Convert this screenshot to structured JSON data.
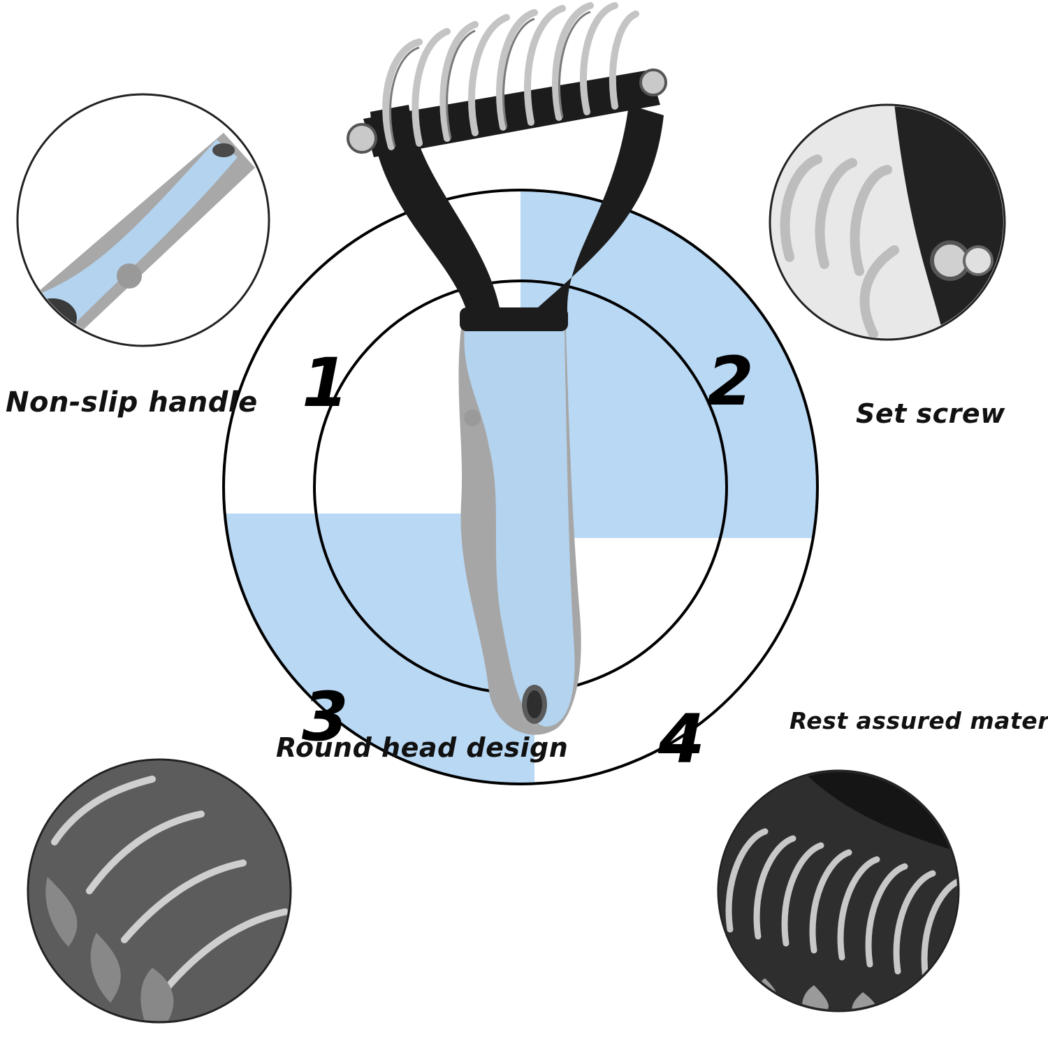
{
  "features": [
    {
      "number": "1",
      "caption": "Non-slip handle",
      "detail_icon": "handle-closeup"
    },
    {
      "number": "2",
      "caption": "Set screw",
      "detail_icon": "set-screw-closeup"
    },
    {
      "number": "3",
      "caption": "Round head design",
      "detail_icon": "round-head-closeup"
    },
    {
      "number": "4",
      "caption": "Rest assured material",
      "detail_icon": "blade-material-closeup"
    }
  ],
  "colors": {
    "accent_blue": "#b9d8f4",
    "handle_blue": "#b4d3ee",
    "handle_grey": "#a6a6a6",
    "head_black": "#1c1c1c",
    "blade_steel": "#c4c4c4",
    "ring_stroke": "#000000"
  },
  "product_icon": "dematting-comb"
}
